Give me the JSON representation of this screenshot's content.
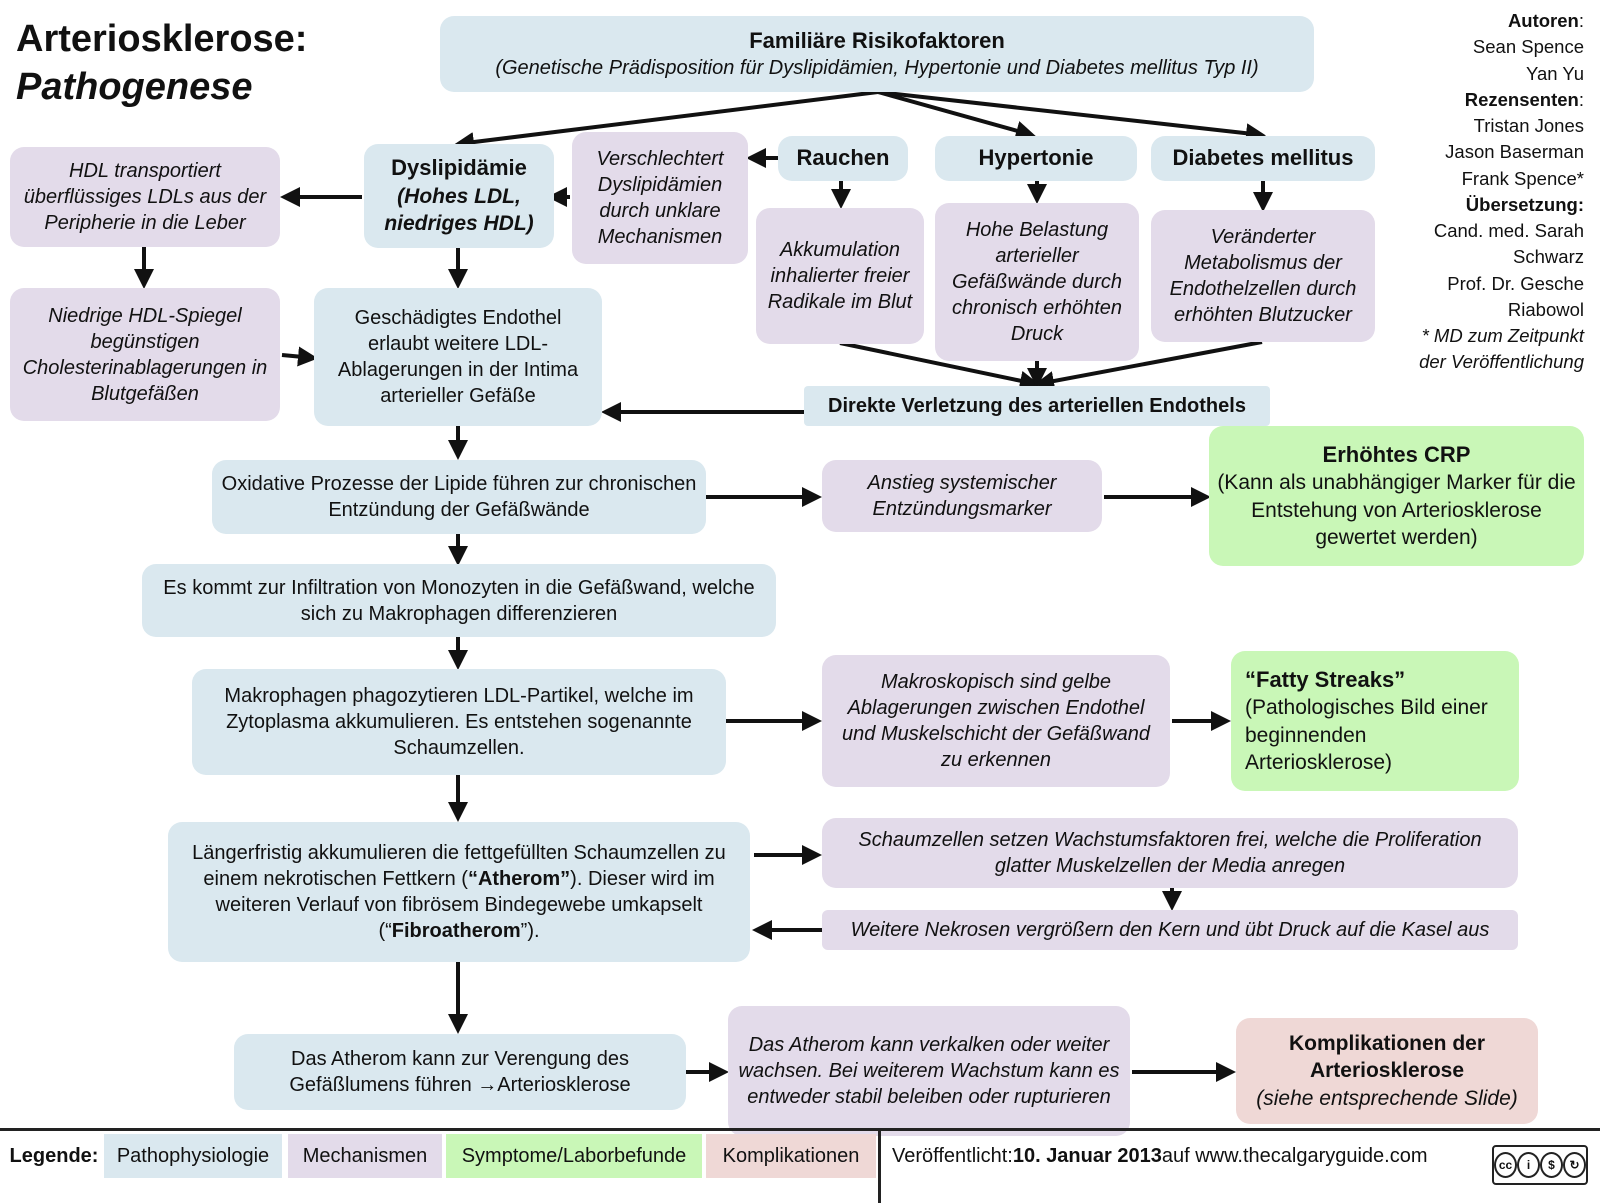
{
  "title": {
    "line1": "Arteriosklerose:",
    "line2": "Pathogenese"
  },
  "authors": {
    "authors_label": "Autoren",
    "authors": [
      "Sean Spence",
      "Yan Yu"
    ],
    "reviewers_label": "Rezensenten",
    "reviewers": [
      "Tristan Jones",
      "Jason Baserman",
      "Frank Spence*"
    ],
    "translation_label": "Übersetzung:",
    "translators": [
      "Cand. med. Sarah",
      "Schwarz",
      "Prof. Dr. Gesche",
      "Riabowol"
    ],
    "note": [
      "* MD zum Zeitpunkt",
      "der Veröffentlichung"
    ]
  },
  "nodes": {
    "familial_title": "Familiäre Risikofaktoren",
    "familial_sub": "(Genetische Prädisposition für Dyslipidämien, Hypertonie und Diabetes mellitus Typ II)",
    "hdl_transport": "HDL transportiert überflüssiges LDLs aus der Peripherie in die Leber",
    "low_hdl": "Niedrige HDL-Spiegel begünstigen Cholesterinablagerungen in Blutgefäßen",
    "dyslipidemia_title": "Dyslipidämie",
    "dyslipidemia_sub": "(Hohes LDL, niedriges HDL)",
    "worsens": "Verschlechtert Dyslipidämien durch unklare Mechanismen",
    "smoking": "Rauchen",
    "hypertension": "Hypertonie",
    "diabetes": "Diabetes mellitus",
    "radicals": "Akkumulation inhalierter freier Radikale im Blut",
    "wall_stress": "Hohe Belastung arterieller Gefäßwände durch chronisch erhöhten Druck",
    "endothelial_metabolism": "Veränderter Metabolismus der Endothelzellen durch erhöhten Blutzucker",
    "damaged_endothelium": "Geschädigtes Endothel erlaubt weitere  LDL-Ablagerungen in der Intima arterieller Gefäße",
    "direct_injury": "Direkte Verletzung des arteriellen Endothels",
    "oxidative": "Oxidative Prozesse der Lipide führen zur chronischen Entzündung der Gefäßwände",
    "inflammatory_markers": "Anstieg systemischer Entzündungsmarker",
    "crp_title": "Erhöhtes CRP",
    "crp_sub": "(Kann als unabhängiger Marker für die Entstehung von Arteriosklerose gewertet werden)",
    "monocytes": "Es kommt zur Infiltration von Monozyten in die Gefäßwand, welche sich zu Makrophagen differenzieren",
    "macrophages": "Makrophagen phagozytieren LDL-Partikel, welche im Zytoplasma akkumulieren. Es entstehen sogenannte Schaumzellen.",
    "macroscopic": "Makroskopisch sind gelbe Ablagerungen zwischen Endothel und Muskelschicht der Gefäßwand zu erkennen",
    "fatty_title": "“Fatty Streaks”",
    "fatty_sub": "(Pathologisches Bild einer beginnenden Arteriosklerose)",
    "necrotic_a": "Längerfristig akkumulieren die fettgefüllten Schaumzellen zu einem nekrotischen Fettkern (",
    "necrotic_b": "“Atherom”",
    "necrotic_c": "). Dieser wird im weiteren Verlauf von fibrösem Bindegewebe umkapselt (“",
    "necrotic_d": "Fibroatherom",
    "necrotic_e": "”).",
    "growth_factors": "Schaumzellen setzen Wachstumsfaktoren  frei, welche die Proliferation glatter Muskelzellen der Media anregen",
    "further_necrosis": "Weitere Nekrosen vergrößern den Kern und übt Druck auf die Kasel aus",
    "narrowing": "Das Atherom kann zur Verengung des Gefäßlumens führen →Arteriosklerose",
    "calcify": "Das Atherom kann verkalken oder weiter wachsen. Bei weiterem Wachstum kann es entweder stabil beleiben oder rupturieren",
    "complications_title": "Komplikationen der Arteriosklerose",
    "complications_sub": "(siehe entsprechende Slide)"
  },
  "legend": {
    "label": "Legende:",
    "items": [
      "Pathophysiologie",
      "Mechanismen",
      "Symptome/Laborbefunde",
      "Komplikationen"
    ],
    "colors": [
      "#dae8ef",
      "#e3dbea",
      "#c9f7b7",
      "#efd8d6"
    ],
    "published_prefix": "Veröffentlicht: ",
    "published_date": "10. Januar 2013",
    "published_suffix": " auf www.thecalgaryguide.com",
    "license": "BY NC SA"
  }
}
